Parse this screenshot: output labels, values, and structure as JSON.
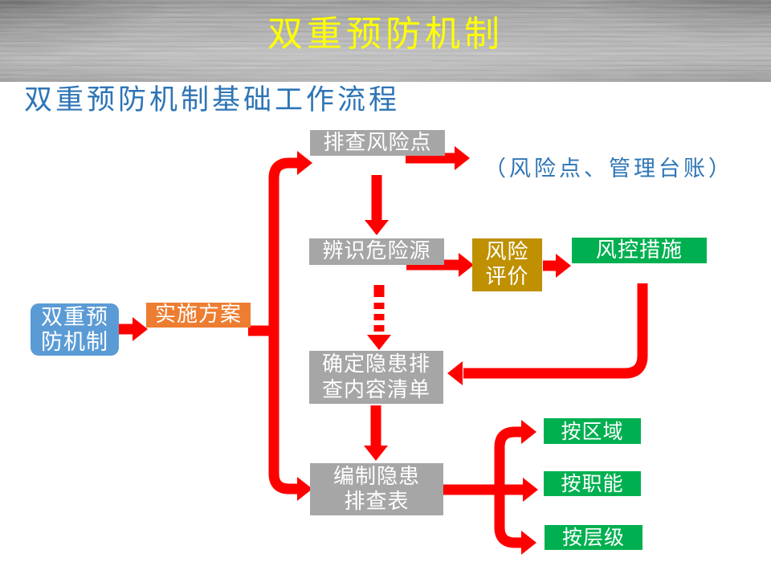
{
  "slide": {
    "title": "双重预防机制",
    "subtitle": "双重预防机制基础工作流程",
    "note": "（风险点、管理台账）"
  },
  "nodes": {
    "dual_mechanism": {
      "text": "双重预\n防机制",
      "color": "#5B9BD5"
    },
    "implementation": {
      "text": "实施方案",
      "color": "#ED7D31"
    },
    "inspect_points": {
      "text": "排查风险点",
      "color": "#A6A6A6"
    },
    "identify_hazards": {
      "text": "辨识危险源",
      "color": "#A6A6A6"
    },
    "risk_evaluation": {
      "text": "风险\n评价",
      "color": "#BF9000"
    },
    "risk_control": {
      "text": "风控措施",
      "color": "#00B050"
    },
    "hazard_checklist": {
      "text": "确定隐患排\n查内容清单",
      "color": "#A6A6A6"
    },
    "compile_table": {
      "text": "编制隐患\n排查表",
      "color": "#A6A6A6"
    },
    "by_area": {
      "text": "按区域",
      "color": "#00B050"
    },
    "by_function": {
      "text": "按职能",
      "color": "#00B050"
    },
    "by_level": {
      "text": "按层级",
      "color": "#00B050"
    }
  },
  "edges": [
    {
      "from": "dual_mechanism",
      "to": "implementation",
      "style": "solid"
    },
    {
      "from": "implementation",
      "to": "inspect_points",
      "style": "solid"
    },
    {
      "from": "implementation",
      "to": "compile_table",
      "style": "solid"
    },
    {
      "from": "inspect_points",
      "to": "note",
      "style": "solid"
    },
    {
      "from": "inspect_points",
      "to": "identify_hazards",
      "style": "solid"
    },
    {
      "from": "identify_hazards",
      "to": "risk_evaluation",
      "style": "solid"
    },
    {
      "from": "risk_evaluation",
      "to": "risk_control",
      "style": "solid"
    },
    {
      "from": "identify_hazards",
      "to": "hazard_checklist",
      "style": "dashed"
    },
    {
      "from": "risk_control",
      "to": "hazard_checklist",
      "style": "solid"
    },
    {
      "from": "hazard_checklist",
      "to": "compile_table",
      "style": "solid"
    },
    {
      "from": "compile_table",
      "to": "by_area",
      "style": "solid"
    },
    {
      "from": "compile_table",
      "to": "by_function",
      "style": "solid"
    },
    {
      "from": "compile_table",
      "to": "by_level",
      "style": "solid"
    }
  ],
  "colors": {
    "arrow": "#FF0000",
    "title_text": "#FFFF00",
    "heading_text": "#2E75B6",
    "node_text": "#FFFFFF"
  }
}
